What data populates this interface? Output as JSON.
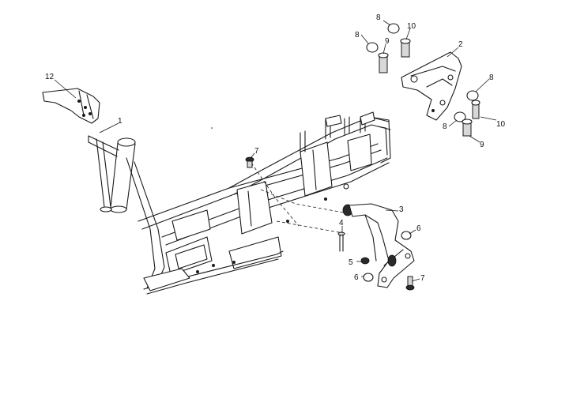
{
  "diagram": {
    "callouts": {
      "c1": "1",
      "c2": "2",
      "c3": "3",
      "c4": "4",
      "c5": "5",
      "c6a": "6",
      "c6b": "6",
      "c7a": "7",
      "c7b": "7",
      "c8a": "8",
      "c8b": "8",
      "c8c": "8",
      "c8d": "8",
      "c9a": "9",
      "c9b": "9",
      "c10a": "10",
      "c10b": "10",
      "c12": "12"
    }
  }
}
